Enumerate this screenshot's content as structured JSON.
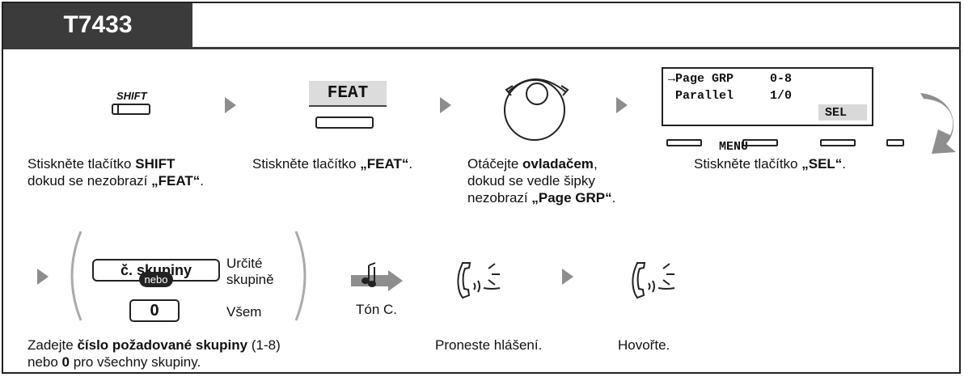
{
  "model": "T7433",
  "step1": {
    "key_label": "SHIFT",
    "caption": [
      "Stiskněte tlačítko ",
      "SHIFT",
      "dokud se nezobrazí ",
      "„FEAT“",
      "."
    ]
  },
  "step2": {
    "key_label": "FEAT",
    "caption": [
      "Stiskněte tlačítko ",
      "„FEAT“",
      "."
    ]
  },
  "step3": {
    "caption": [
      "Otáčejte ",
      "ovladačem",
      ",",
      "dokud se vedle šipky",
      "nezobrazí ",
      "„Page GRP“",
      "."
    ]
  },
  "step4": {
    "display": {
      "line1": "→Page GRP     0-8",
      "line2": " Parallel     1/0",
      "line3_left": " MENU",
      "line3_right": "SEL"
    },
    "caption": [
      "Stiskněte tlačítko ",
      "„SEL“",
      "."
    ]
  },
  "input": {
    "group_label": "č. skupiny",
    "group_side": [
      "Určité",
      "skupině"
    ],
    "or_label": "nebo",
    "zero_label": "0",
    "zero_side": "Všem",
    "caption": [
      "Zadejte ",
      "číslo požadované skupiny",
      " (1-8)",
      "nebo ",
      "0",
      " pro všechny skupiny."
    ]
  },
  "tone": "Tón C.",
  "announce": "Proneste hlášení.",
  "talk": "Hovořte."
}
